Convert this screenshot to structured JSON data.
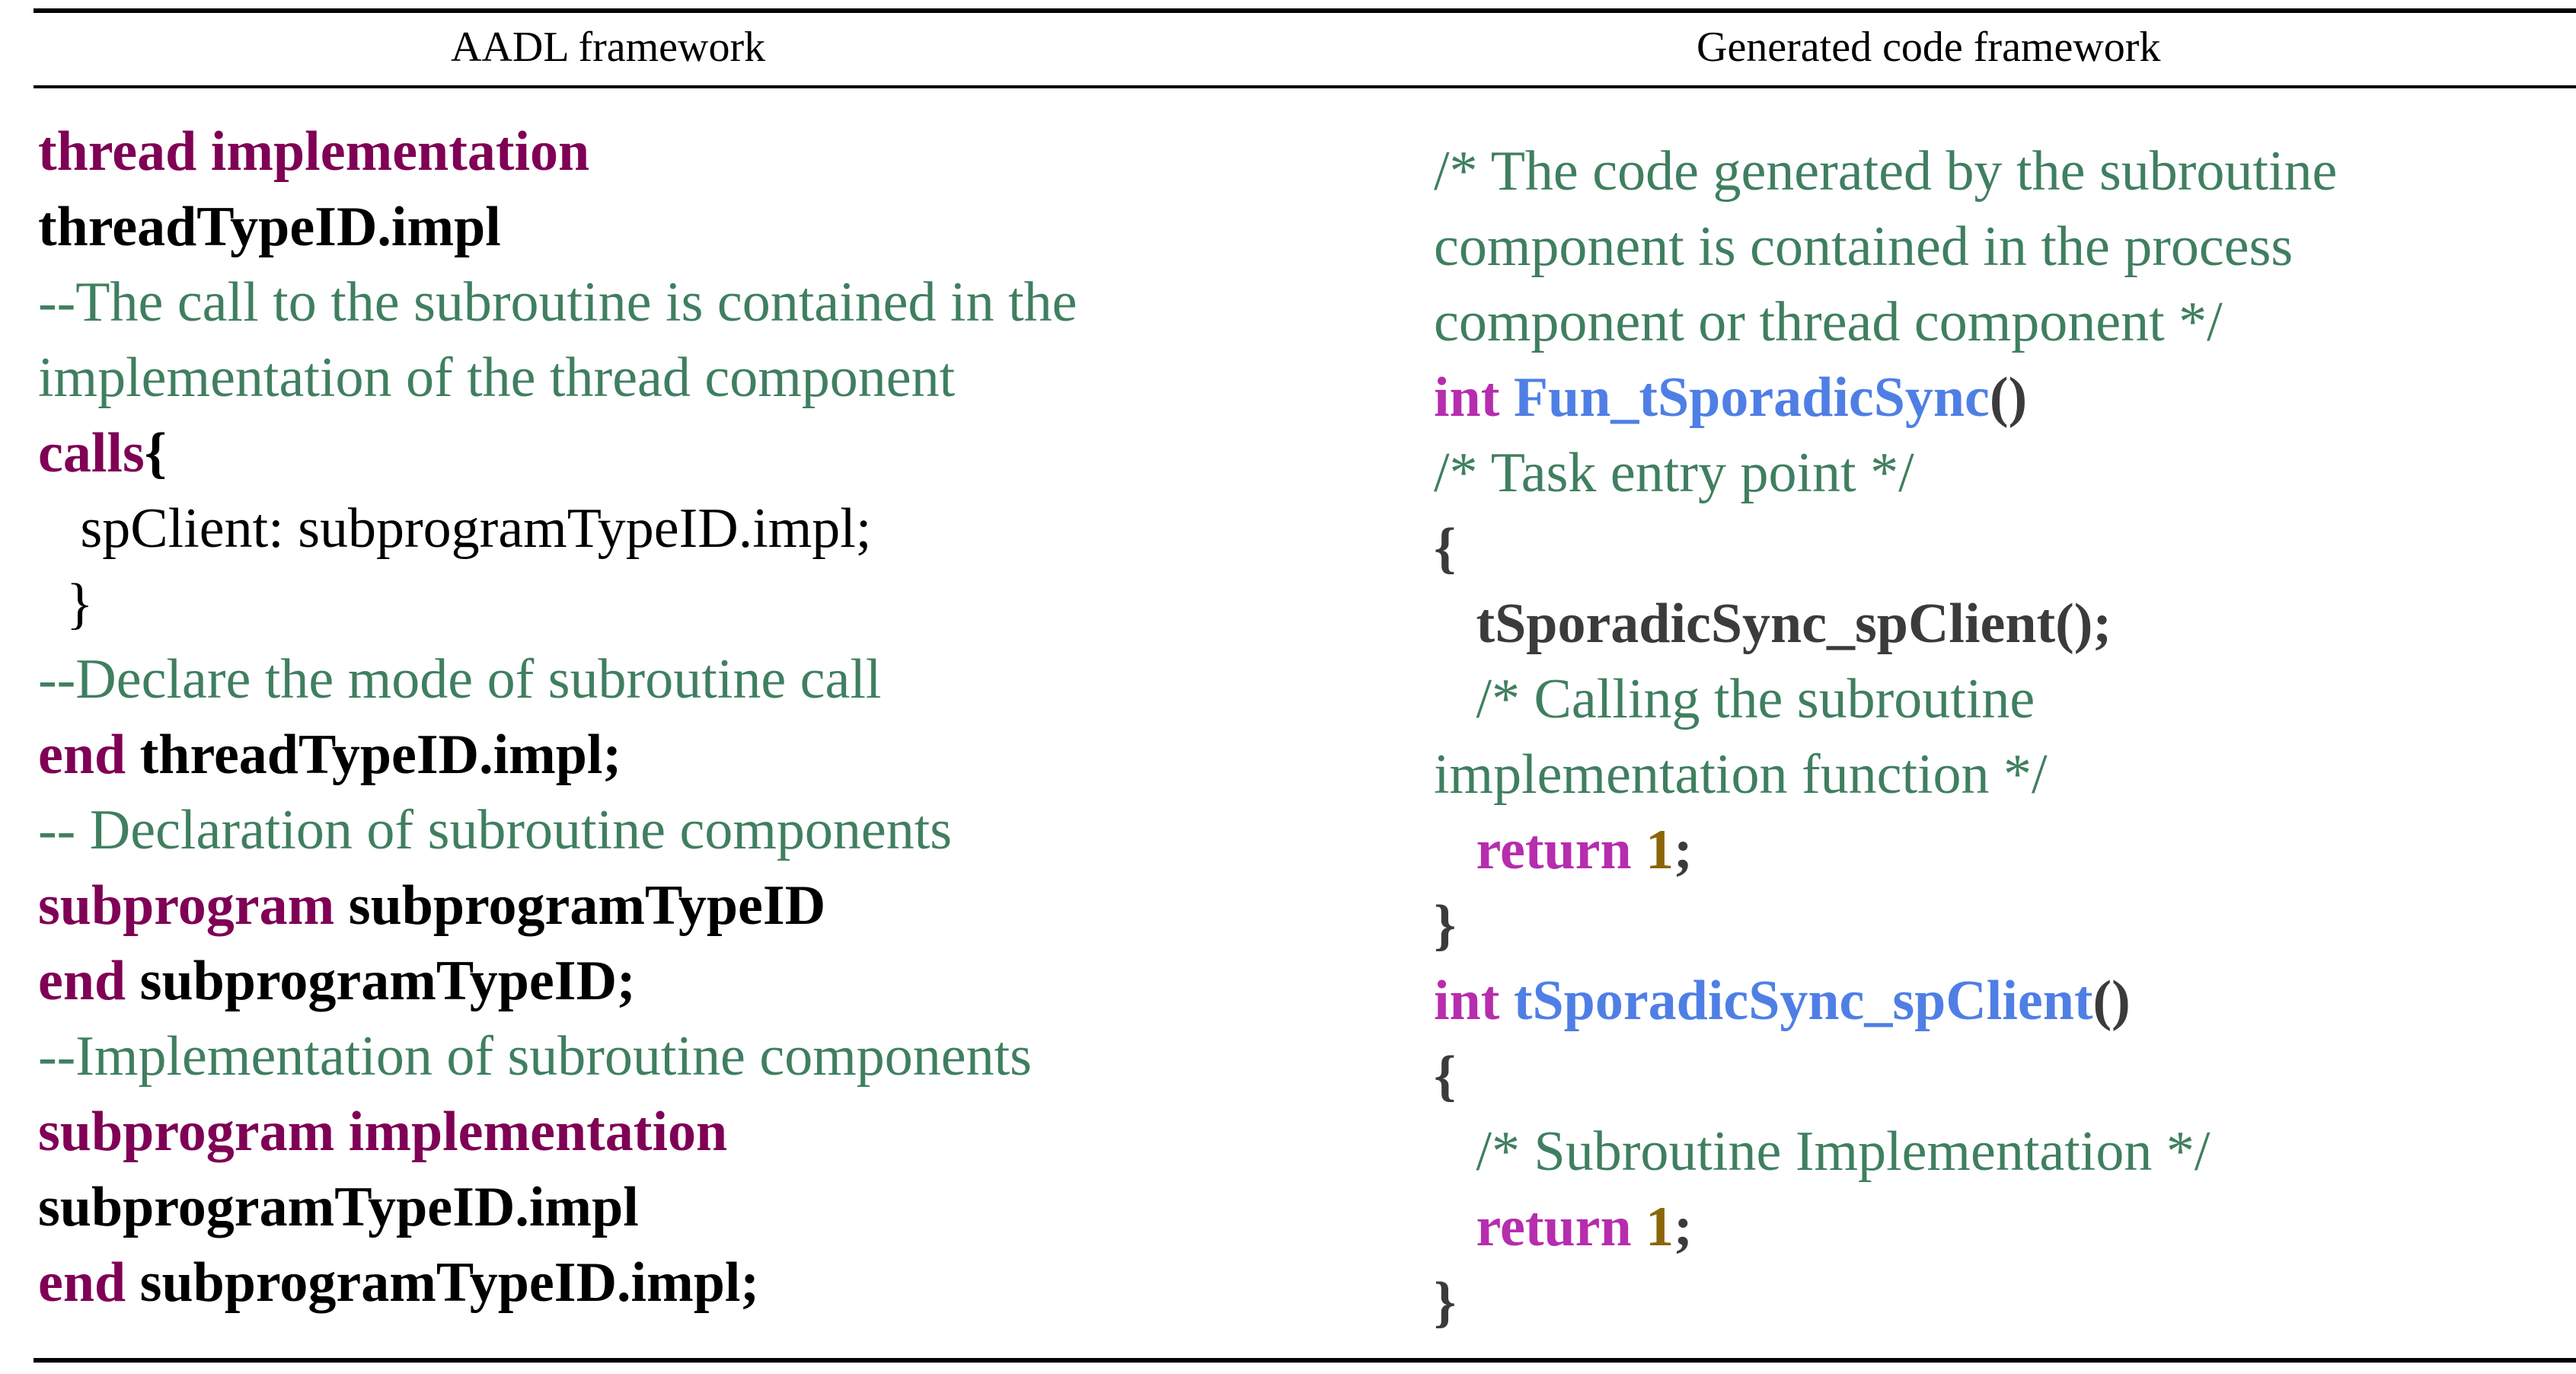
{
  "header": {
    "left": "AADL framework",
    "right": "Generated code framework"
  },
  "aadl_lines": [
    [
      {
        "t": "thread implementation",
        "s": "kw"
      }
    ],
    [
      {
        "t": "threadTypeID.impl",
        "s": "id"
      }
    ],
    [
      {
        "t": "--The call to the subroutine is contained in the",
        "s": "cm"
      }
    ],
    [
      {
        "t": "implementation of the thread component",
        "s": "cm"
      }
    ],
    [
      {
        "t": "calls",
        "s": "kw"
      },
      {
        "t": "{",
        "s": "id"
      }
    ],
    [
      {
        "t": "   spClient: subprogramTypeID.impl;",
        "s": "pl"
      }
    ],
    [
      {
        "t": "  }",
        "s": "pl"
      }
    ],
    [
      {
        "t": "--Declare the mode of subroutine call",
        "s": "cm"
      }
    ],
    [
      {
        "t": "end ",
        "s": "kw"
      },
      {
        "t": "threadTypeID.impl;",
        "s": "id"
      }
    ],
    [
      {
        "t": "-- Declaration of subroutine components",
        "s": "cm"
      }
    ],
    [
      {
        "t": "subprogram ",
        "s": "kw"
      },
      {
        "t": "subprogramTypeID",
        "s": "id"
      }
    ],
    [
      {
        "t": "end ",
        "s": "kw"
      },
      {
        "t": "subprogramTypeID;",
        "s": "id"
      }
    ],
    [
      {
        "t": "--Implementation of subroutine components",
        "s": "cm"
      }
    ],
    [
      {
        "t": "subprogram implementation",
        "s": "kw"
      }
    ],
    [
      {
        "t": "subprogramTypeID.impl",
        "s": "id"
      }
    ],
    [
      {
        "t": "end ",
        "s": "kw"
      },
      {
        "t": "subprogramTypeID.impl;",
        "s": "id"
      }
    ]
  ],
  "code_lines": [
    [
      {
        "t": "/* The code generated by the subroutine",
        "s": "cm"
      }
    ],
    [
      {
        "t": "component is contained in the process",
        "s": "cm"
      }
    ],
    [
      {
        "t": "component or thread component */",
        "s": "cm"
      }
    ],
    [
      {
        "t": "int ",
        "s": "tp"
      },
      {
        "t": "Fun_tSporadicSync",
        "s": "fn"
      },
      {
        "t": "()",
        "s": "pn"
      }
    ],
    [
      {
        "t": "/* Task entry point */",
        "s": "cm"
      }
    ],
    [
      {
        "t": "{",
        "s": "pn"
      }
    ],
    [
      {
        "t": "   ",
        "s": "pl"
      },
      {
        "t": "tSporadicSync_spClient();",
        "s": "gi"
      }
    ],
    [
      {
        "t": "   /* Calling the subroutine",
        "s": "cm"
      }
    ],
    [
      {
        "t": "implementation function */",
        "s": "cm"
      }
    ],
    [
      {
        "t": "   ",
        "s": "pl"
      },
      {
        "t": "return ",
        "s": "tp"
      },
      {
        "t": "1",
        "s": "nm"
      },
      {
        "t": ";",
        "s": "gi"
      }
    ],
    [
      {
        "t": "}",
        "s": "pn"
      }
    ],
    [
      {
        "t": "int ",
        "s": "tp"
      },
      {
        "t": "tSporadicSync_spClient",
        "s": "fn"
      },
      {
        "t": "()",
        "s": "pn"
      }
    ],
    [
      {
        "t": "{",
        "s": "pn"
      }
    ],
    [
      {
        "t": "   /* Subroutine Implementation */",
        "s": "cm"
      }
    ],
    [
      {
        "t": "   ",
        "s": "pl"
      },
      {
        "t": "return ",
        "s": "tp"
      },
      {
        "t": "1",
        "s": "nm"
      },
      {
        "t": ";",
        "s": "gi"
      }
    ],
    [
      {
        "t": "}",
        "s": "pn"
      }
    ]
  ]
}
